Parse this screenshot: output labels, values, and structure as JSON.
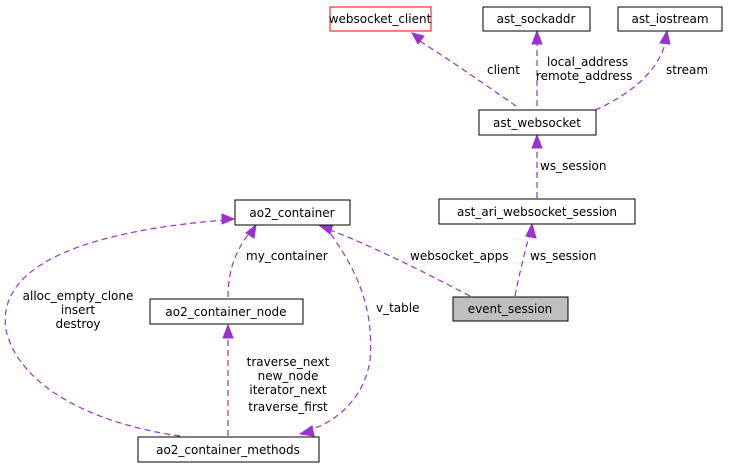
{
  "colors": {
    "edge": "#9a32cd",
    "node_border": "#000000",
    "node_border_incomplete": "#ff0000",
    "node_highlight_fill": "#bfbfbf"
  },
  "nodes": {
    "websocket_client": "websocket_client",
    "ast_sockaddr": "ast_sockaddr",
    "ast_iostream": "ast_iostream",
    "ast_websocket": "ast_websocket",
    "ast_ari_websocket_session": "ast_ari_websocket_session",
    "ao2_container": "ao2_container",
    "ao2_container_node": "ao2_container_node",
    "event_session": "event_session",
    "ao2_container_methods": "ao2_container_methods"
  },
  "edges": {
    "client": [
      "client"
    ],
    "address": [
      "local_address",
      "remote_address"
    ],
    "stream": [
      "stream"
    ],
    "ws_session_top": [
      "ws_session"
    ],
    "ws_session_event": [
      "ws_session"
    ],
    "websocket_apps": [
      "websocket_apps"
    ],
    "my_container": [
      "my_container"
    ],
    "v_table": [
      "v_table"
    ],
    "methods_to_container": [
      "alloc_empty_clone",
      "insert",
      "destroy"
    ],
    "node_methods": [
      "traverse_next",
      "new_node",
      "iterator_next",
      "traverse_first"
    ]
  }
}
